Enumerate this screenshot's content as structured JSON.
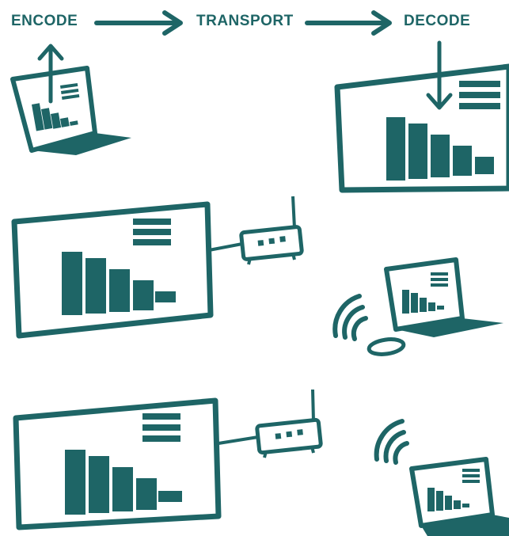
{
  "flow": {
    "steps": [
      {
        "id": "encode",
        "label": "ENCODE"
      },
      {
        "id": "transport",
        "label": "TRANSPORT"
      },
      {
        "id": "decode",
        "label": "DECODE"
      }
    ]
  },
  "colors": {
    "primary": "#1e6566",
    "background": "#ffffff"
  },
  "icons": [
    "laptop-icon",
    "large-display-icon",
    "router-icon",
    "wireless-signal-icon",
    "mouse-icon",
    "bar-chart-icon",
    "arrow-icon"
  ]
}
